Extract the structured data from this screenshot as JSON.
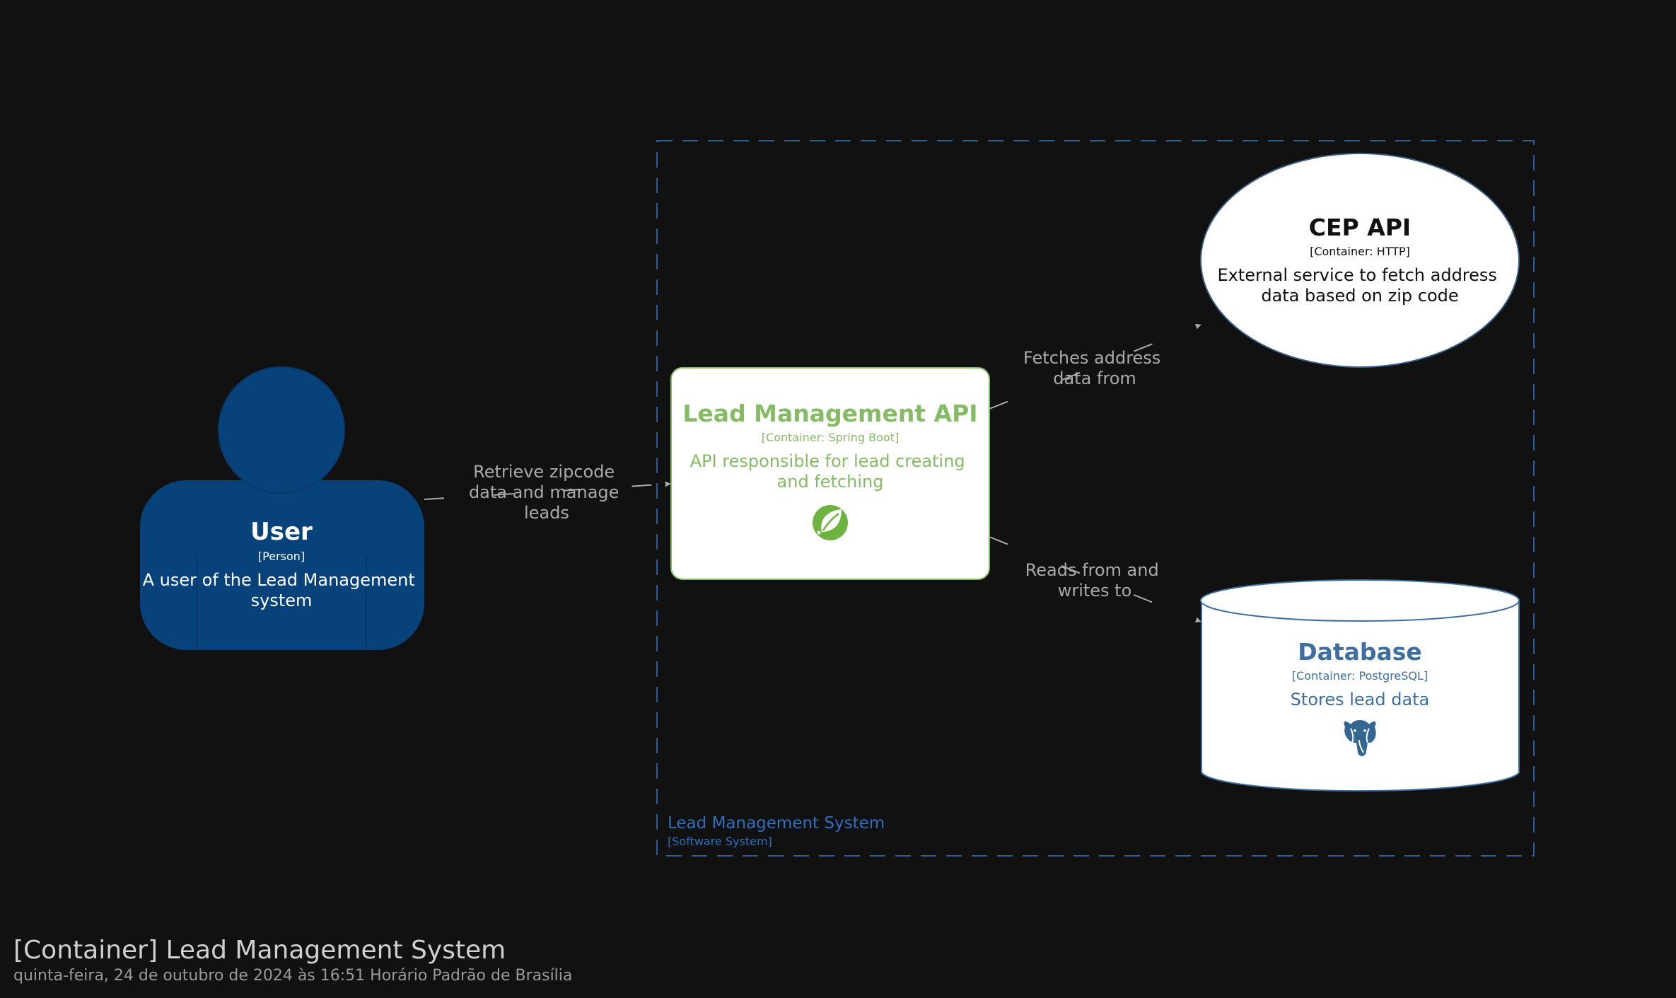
{
  "diagram": {
    "boundary": {
      "name": "Lead Management System",
      "type": "[Software System]"
    },
    "nodes": {
      "user": {
        "name": "User",
        "type": "[Person]",
        "description_lines": [
          "A user of the Lead Management",
          "system"
        ]
      },
      "api": {
        "name": "Lead Management API",
        "type": "[Container: Spring Boot]",
        "description_lines": [
          "API responsible for lead creating",
          "and fetching"
        ],
        "icon": "spring-leaf-icon"
      },
      "cep": {
        "name": "CEP API",
        "type": "[Container: HTTP]",
        "description_lines": [
          "External service to fetch address",
          "data based on zip code"
        ]
      },
      "database": {
        "name": "Database",
        "type": "[Container: PostgreSQL]",
        "description_lines": [
          "Stores lead data"
        ],
        "icon": "postgresql-elephant-icon"
      }
    },
    "relationships": {
      "user_to_api": [
        "Retrieve zipcode",
        "data and manage",
        "leads"
      ],
      "api_to_cep": [
        "Fetches address",
        "data from"
      ],
      "api_to_database": [
        "Reads from and",
        "writes to"
      ]
    }
  },
  "footer": {
    "title": "[Container] Lead Management System",
    "subtitle": "quinta-feira, 24 de outubro de 2024 às 16:51 Horário Padrão de Brasília"
  },
  "colors": {
    "background": "#111111",
    "person": "#08427b",
    "api_accent": "#85bb65",
    "db_accent": "#3f6ea0",
    "boundary": "#2a5d9a",
    "edge": "#aaaaaa"
  }
}
